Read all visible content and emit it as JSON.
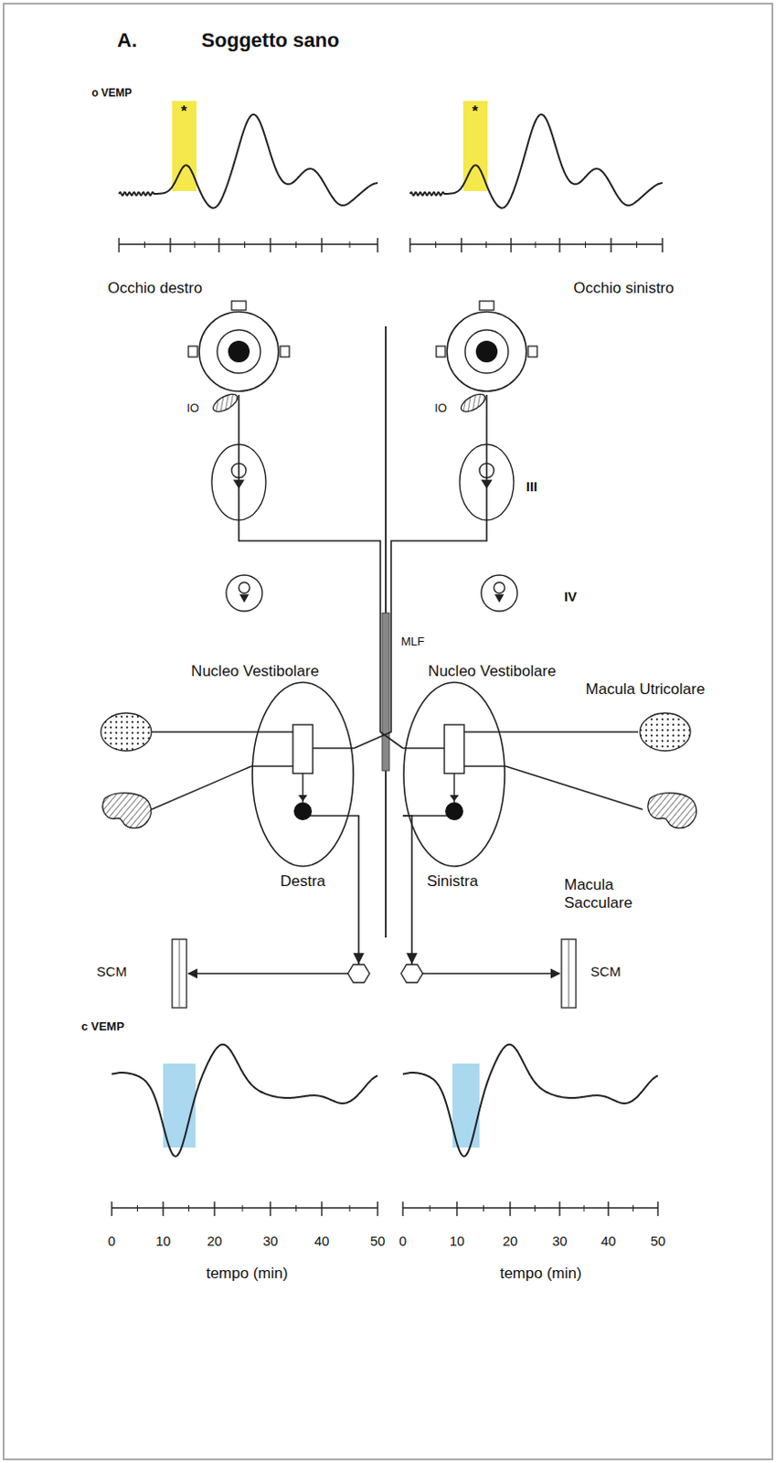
{
  "diagram": {
    "title": "Soggetto sano",
    "nodes": [
      {
        "text": [
          "Occhio destro"
        ]
      },
      {
        "text": [
          "Occhio sinistro"
        ]
      },
      {
        "text": [
          "Nucleo Vestibolare",
          "Destra"
        ]
      },
      {
        "text": [
          "Nucleo Vestibolare",
          "Sinistra"
        ]
      },
      {
        "text": [
          "Macula Utricolare"
        ]
      },
      {
        "text": [
          "Macula Sacculare"
        ]
      },
      {
        "text": [
          "SCM"
        ]
      },
      {
        "text": [
          "SCM"
        ]
      }
    ],
    "edges": [
      {
        "from": 4,
        "to": 3,
        "arrow": "none"
      },
      {
        "from": 5,
        "to": 3,
        "arrow": "none"
      },
      {
        "from": 3,
        "to": 0,
        "arrow": "none"
      },
      {
        "from": 2,
        "to": 1,
        "arrow": "none"
      },
      {
        "from": 2,
        "to": 6,
        "arrow": "to"
      },
      {
        "from": 3,
        "to": 7,
        "arrow": "to"
      }
    ],
    "labels": [
      "A.",
      "o VEMP",
      "*",
      "*",
      "IO",
      "IO",
      "III",
      "IV",
      "MLF",
      "c VEMP",
      "0",
      "10",
      "20",
      "30",
      "40",
      "50",
      "0",
      "10",
      "20",
      "30",
      "40",
      "50",
      "tempo (min)",
      "tempo (min)"
    ]
  }
}
